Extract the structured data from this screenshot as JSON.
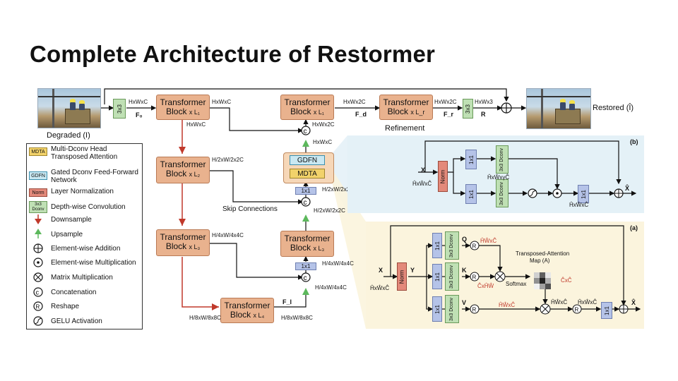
{
  "slide": {
    "title": "Complete Architecture of Restormer"
  },
  "main": {
    "degraded_label": "Degraded (I)",
    "restored_label": "Restored (Î)",
    "conv3x3": "3x3",
    "F0": "F₀",
    "Fd": "F_d",
    "Fr": "F_r",
    "R": "R",
    "refinement": "Refinement",
    "skip_connections": "Skip Connections",
    "Fl": "F_l",
    "blocks": {
      "tb": "Transformer",
      "block": "Block",
      "L1": "x L₁",
      "L2": "x L₂",
      "L3": "x L₃",
      "L4": "x L₄",
      "Lr": "x L_r"
    },
    "dims": {
      "hwc": "HxWxC",
      "hw2c": "HxWx2C",
      "hw3": "HxWx3",
      "h2w2_2c": "H/2xW/2x2C",
      "h4w4_4c": "H/4xW/4x4C",
      "h8w8_8c": "H/8xW/8x8C"
    },
    "gdfn": "GDFN",
    "mdta": "MDTA",
    "conv1x1": "1x1"
  },
  "legend": {
    "items": [
      {
        "tag": "MDTA",
        "text": "Multi-Dconv Head Transposed Attention"
      },
      {
        "tag": "GDFN",
        "text": "Gated Dconv Feed-Forward Network"
      },
      {
        "tag": "Norm",
        "text": "Layer Normalization"
      },
      {
        "tag": "3x3 Dconv",
        "text": "Depth-wise Convolution"
      },
      {
        "tag": "",
        "text": "Downsample"
      },
      {
        "tag": "",
        "text": "Upsample"
      },
      {
        "tag": "",
        "text": "Element-wise Addition"
      },
      {
        "tag": "",
        "text": "Element-wise Multiplication"
      },
      {
        "tag": "",
        "text": "Matrix Multiplication"
      },
      {
        "tag": "",
        "text": "Concatenation"
      },
      {
        "tag": "",
        "text": "Reshape"
      },
      {
        "tag": "",
        "text": "GELU Activation"
      }
    ]
  },
  "panel_b": {
    "label": "(b)",
    "X": "X",
    "Xhat": "X̂",
    "norm": "Norm",
    "dim_in": "ĤxŴxĈ",
    "dim_mid": "ĤxŴxγĈ",
    "dim_out": "ĤxŴxĈ",
    "conv1x1": "1x1",
    "dconv": "3x3 Dconv"
  },
  "panel_a": {
    "label": "(a)",
    "X": "X",
    "Y": "Y",
    "Q": "Q",
    "K": "K",
    "V": "V",
    "Xhat": "X̂",
    "norm": "Norm",
    "conv1x1": "1x1",
    "dconv": "3x3 Dconv",
    "dim_in": "ĤxŴxĈ",
    "dim_q": "ĤŴxĈ",
    "dim_k": "ĈxĤŴ",
    "dim_v": "ĤŴxĈ",
    "dim_att": "ĈxĈ",
    "dim_r1": "ĤŴxĈ",
    "dim_r2": "ĤxŴxĈ",
    "softmax": "Softmax",
    "att_title": "Transposed-Attention",
    "att_map": "Map (A)"
  },
  "colors": {
    "block_fill": "#e9b28e",
    "panel_b_bg": "#e4f1f7",
    "panel_a_bg": "#fbf4dd",
    "conv1x1_fill": "#b5c3e8",
    "dconv_fill": "#bfe0b4",
    "norm_fill": "#e3897a",
    "downsample": "#c0392b",
    "upsample": "#5cb85c"
  }
}
